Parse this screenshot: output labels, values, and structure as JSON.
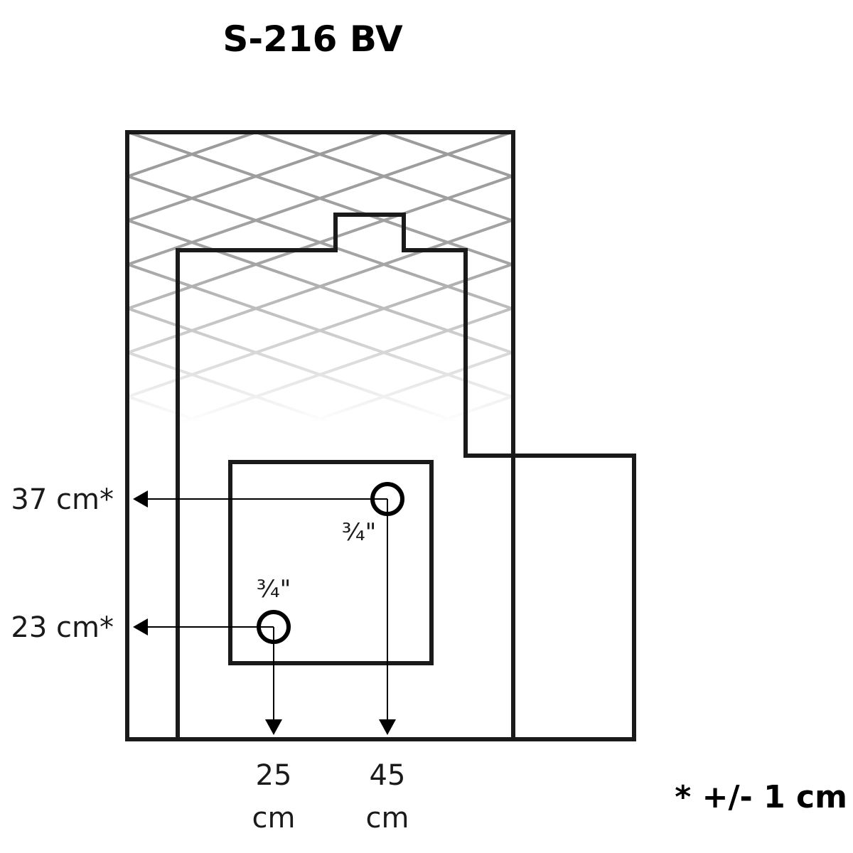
{
  "title": "S-216 BV",
  "dimensions": {
    "left_upper": "37 cm*",
    "left_lower": "23 cm*",
    "bottom_left_value": "25",
    "bottom_left_unit": "cm",
    "bottom_right_value": "45",
    "bottom_right_unit": "cm"
  },
  "connections": {
    "upper_size": "¾\"",
    "lower_size": "¾\""
  },
  "tolerance_note": "* +/- 1 cm",
  "colors": {
    "outline": "#1a1a1a",
    "mesh": "#9a9a9a"
  }
}
